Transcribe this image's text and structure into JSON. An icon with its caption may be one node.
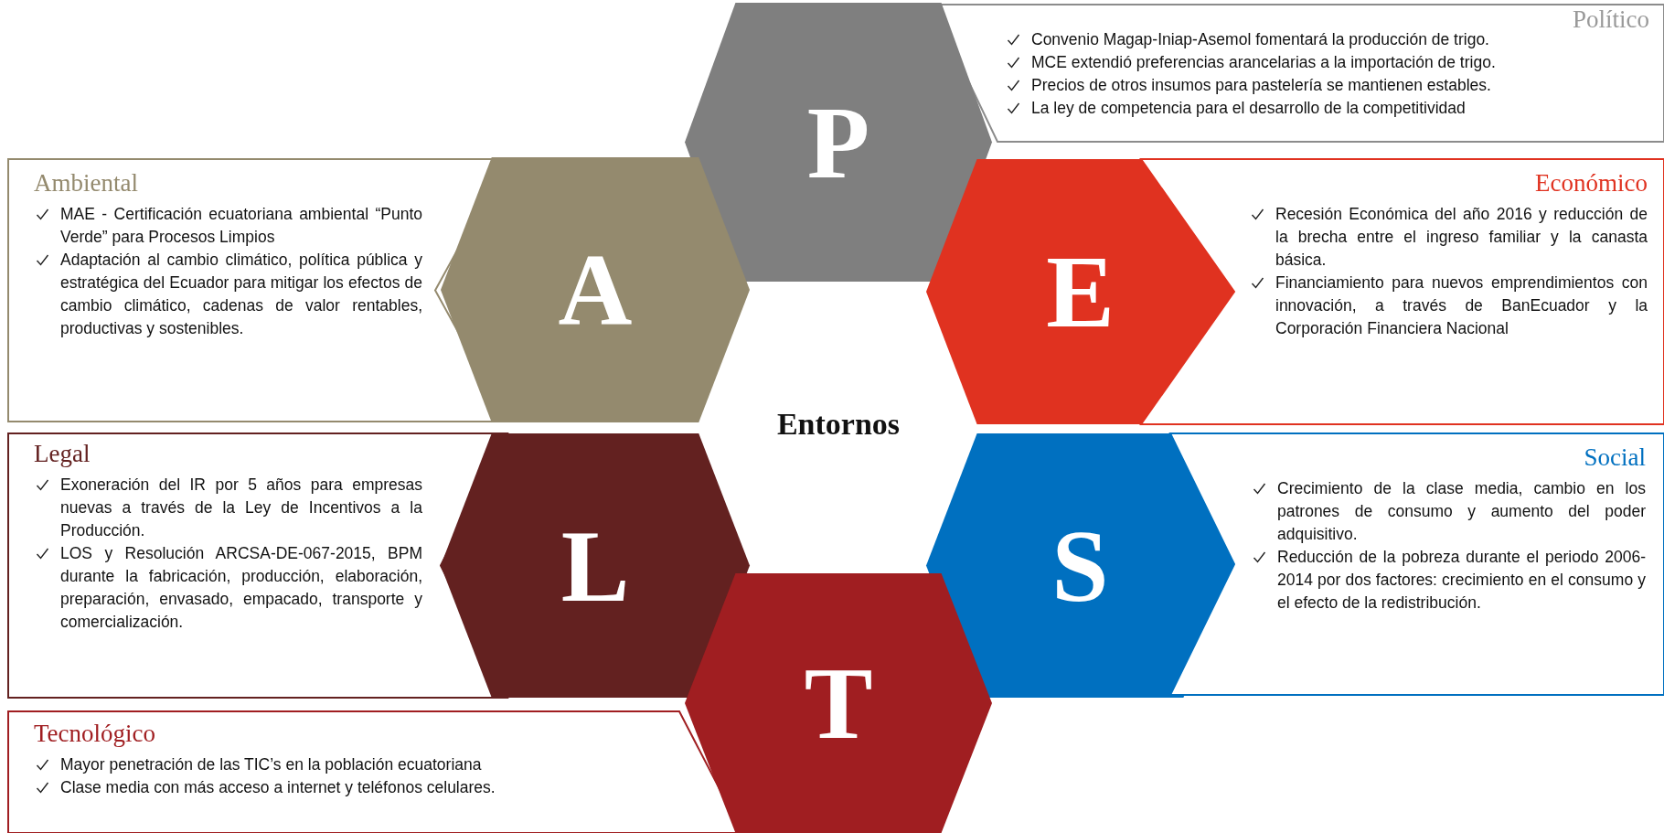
{
  "diagram": {
    "nodes": [
      {
        "text": [
          "Político",
          "Convenio Magap-Iniap-Asemol fomentará la producción de trigo.",
          "MCE extendió preferencias arancelarias a la importación de trigo.",
          "Precios de otros insumos para pastelería se mantienen estables.",
          "La ley de competencia para el desarrollo de la competitividad"
        ]
      },
      {
        "text": [
          "P"
        ]
      },
      {
        "text": [
          "Ambiental",
          "MAE - Certificación ecuatoriana ambiental “Punto Verde” para Procesos Limpios",
          "Adaptación al cambio climático, política pública y estratégica del Ecuador para mitigar los efectos de cambio climático, cadenas de valor rentables, productivas y sostenibles."
        ]
      },
      {
        "text": [
          "A"
        ]
      },
      {
        "text": [
          "E"
        ]
      },
      {
        "text": [
          "Económico",
          "Recesión Económica del año 2016 y reducción de la brecha entre el ingreso familiar y la canasta básica.",
          "Financiamiento para nuevos emprendimientos con innovación, a través de BanEcuador y la Corporación Financiera Nacional"
        ]
      },
      {
        "text": [
          "Entornos"
        ]
      },
      {
        "text": [
          "Legal",
          "Exoneración del IR por 5 años para empresas nuevas a través de la Ley de Incentivos a la Producción.",
          "LOS y Resolución ARCSA-DE-067-2015, BPM durante la fabricación, producción, elaboración, preparación, envasado, empacado, transporte y comercialización."
        ]
      },
      {
        "text": [
          "L"
        ]
      },
      {
        "text": [
          "S"
        ]
      },
      {
        "text": [
          "Social",
          "Crecimiento de la clase media, cambio en los patrones de consumo y aumento del poder adquisitivo.",
          "Reducción de la pobreza durante el periodo 2006-2014 por dos factores: crecimiento en el consumo y el efecto de la redistribución."
        ]
      },
      {
        "text": [
          "Tecnológico",
          "Mayor penetración de las TIC’s en la población ecuatoriana",
          "Clase media con más acceso a internet y teléfonos celulares."
        ]
      },
      {
        "text": [
          "T"
        ]
      }
    ]
  }
}
